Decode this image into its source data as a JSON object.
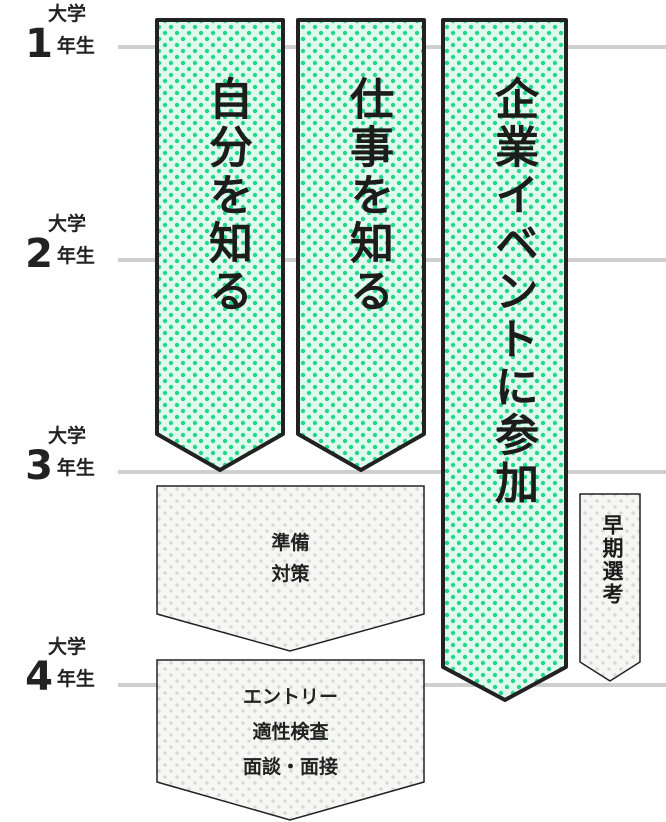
{
  "years": [
    {
      "top": "大学",
      "num": "1",
      "suffix": "年生"
    },
    {
      "top": "大学",
      "num": "2",
      "suffix": "年生"
    },
    {
      "top": "大学",
      "num": "3",
      "suffix": "年生"
    },
    {
      "top": "大学",
      "num": "4",
      "suffix": "年生"
    }
  ],
  "banners": {
    "self": "自分を知る",
    "work": "仕事を知る",
    "events": "企業イベントに参加",
    "early": "早期選考"
  },
  "blocks": {
    "prep": [
      "準備",
      "対策"
    ],
    "entry": [
      "エントリー",
      "適性検査",
      "面談・面接"
    ]
  },
  "colors": {
    "green_fill": "#e2f9ee",
    "green_dot": "#22d88a",
    "gray_fill": "#f6f6f4",
    "gray_dot": "#d3dbd6",
    "outline": "#222222",
    "gridline": "#cfcfcf"
  }
}
